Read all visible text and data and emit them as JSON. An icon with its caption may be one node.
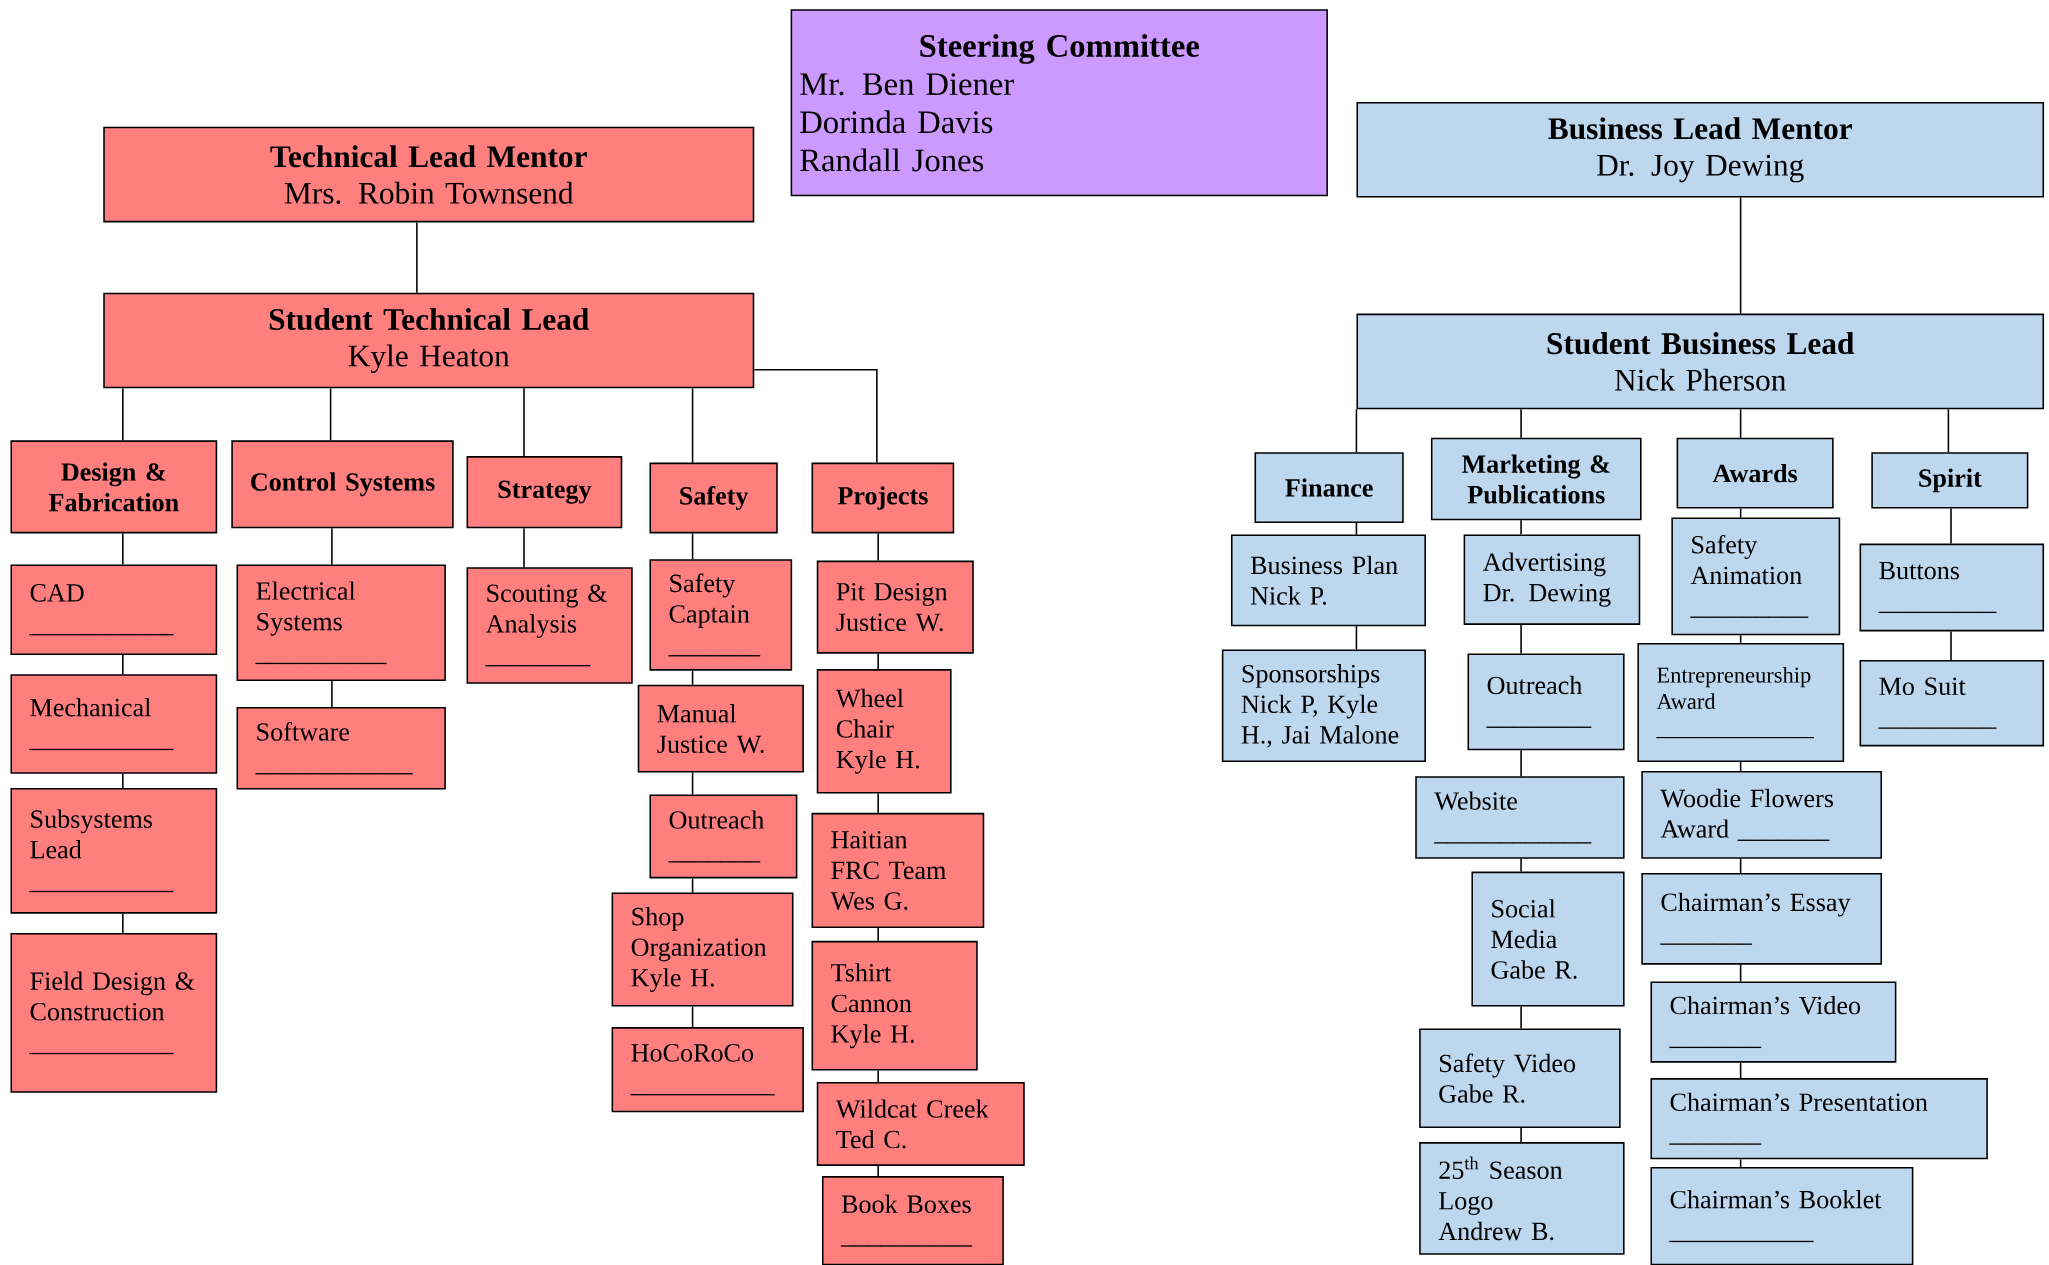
{
  "diagram": {
    "nodes": [
      {
        "text": [
          "Steering Committee",
          "Mr. Ben Diener",
          "Dorinda Davis",
          "Randall Jones"
        ]
      },
      {
        "text": [
          "Technical Lead Mentor",
          "Mrs. Robin Townsend"
        ]
      },
      {
        "text": [
          "Student Technical Lead",
          "Kyle Heaton"
        ]
      },
      {
        "text": [
          "Design & Fabrication"
        ]
      },
      {
        "text": [
          "Control Systems"
        ]
      },
      {
        "text": [
          "Strategy"
        ]
      },
      {
        "text": [
          "Safety"
        ]
      },
      {
        "text": [
          "Projects"
        ]
      },
      {
        "text": [
          "CAD",
          "___________"
        ]
      },
      {
        "text": [
          "Mechanical",
          "___________"
        ]
      },
      {
        "text": [
          "Subsystems Lead",
          "___________"
        ]
      },
      {
        "text": [
          "Field Design & Construction",
          "___________"
        ]
      },
      {
        "text": [
          "Electrical Systems",
          "__________"
        ]
      },
      {
        "text": [
          "Software",
          "____________"
        ]
      },
      {
        "text": [
          "Scouting & Analysis",
          "________"
        ]
      },
      {
        "text": [
          "Safety Captain",
          "_______"
        ]
      },
      {
        "text": [
          "Manual",
          "Justice W."
        ]
      },
      {
        "text": [
          "Outreach",
          "_______"
        ]
      },
      {
        "text": [
          "Shop Organization",
          "Kyle H."
        ]
      },
      {
        "text": [
          "HoCoRoCo",
          "___________"
        ]
      },
      {
        "text": [
          "Pit Design",
          "Justice W."
        ]
      },
      {
        "text": [
          "Wheel Chair",
          "Kyle H."
        ]
      },
      {
        "text": [
          "Haitian FRC Team",
          "Wes G."
        ]
      },
      {
        "text": [
          "Tshirt Cannon",
          "Kyle H."
        ]
      },
      {
        "text": [
          "Wildcat Creek",
          "Ted C."
        ]
      },
      {
        "text": [
          "Book Boxes",
          "__________"
        ]
      },
      {
        "text": [
          "Business Lead Mentor",
          "Dr. Joy Dewing"
        ]
      },
      {
        "text": [
          "Student Business Lead",
          "Nick Pherson"
        ]
      },
      {
        "text": [
          "Finance"
        ]
      },
      {
        "text": [
          "Marketing & Publications"
        ]
      },
      {
        "text": [
          "Awards"
        ]
      },
      {
        "text": [
          "Spirit"
        ]
      },
      {
        "text": [
          "Business Plan",
          "Nick P."
        ]
      },
      {
        "text": [
          "Sponsorships",
          "Nick P, Kyle H., Jai Malone"
        ]
      },
      {
        "text": [
          "Advertising",
          "Dr. Dewing"
        ]
      },
      {
        "text": [
          "Outreach",
          "________"
        ]
      },
      {
        "text": [
          "Website",
          "____________"
        ]
      },
      {
        "text": [
          "Social Media",
          "Gabe R."
        ]
      },
      {
        "text": [
          "Safety Video",
          "Gabe R."
        ]
      },
      {
        "text": [
          "25$^{th}$ Season Logo",
          "Andrew B."
        ]
      },
      {
        "text": [
          "Safety Animation",
          "_________"
        ]
      },
      {
        "text": [
          "Entrepreneurship Award",
          "______________"
        ]
      },
      {
        "text": [
          "Woodie Flowers Award _______"
        ]
      },
      {
        "text": [
          "Chairman’s Essay",
          "_______"
        ]
      },
      {
        "text": [
          "Chairman’s Video",
          "_______"
        ]
      },
      {
        "text": [
          "Chairman’s Presentation",
          "_______"
        ]
      },
      {
        "text": [
          "Chairman’s Booklet",
          "___________"
        ]
      },
      {
        "text": [
          "Buttons",
          "_________"
        ]
      },
      {
        "text": [
          "Mo Suit",
          "_________"
        ]
      }
    ],
    "edges": [
      {
        "from": 1,
        "to": 2,
        "arrow": "none"
      },
      {
        "from": 2,
        "to": 3,
        "arrow": "none"
      },
      {
        "from": 2,
        "to": 4,
        "arrow": "none"
      },
      {
        "from": 2,
        "to": 5,
        "arrow": "none"
      },
      {
        "from": 2,
        "to": 6,
        "arrow": "none"
      },
      {
        "from": 2,
        "to": 7,
        "arrow": "none"
      },
      {
        "from": 3,
        "to": 8,
        "arrow": "none"
      },
      {
        "from": 8,
        "to": 9,
        "arrow": "none"
      },
      {
        "from": 9,
        "to": 10,
        "arrow": "none"
      },
      {
        "from": 10,
        "to": 11,
        "arrow": "none"
      },
      {
        "from": 4,
        "to": 12,
        "arrow": "none"
      },
      {
        "from": 12,
        "to": 13,
        "arrow": "none"
      },
      {
        "from": 5,
        "to": 14,
        "arrow": "none"
      },
      {
        "from": 6,
        "to": 15,
        "arrow": "none"
      },
      {
        "from": 15,
        "to": 16,
        "arrow": "none"
      },
      {
        "from": 16,
        "to": 17,
        "arrow": "none"
      },
      {
        "from": 17,
        "to": 18,
        "arrow": "none"
      },
      {
        "from": 18,
        "to": 19,
        "arrow": "none"
      },
      {
        "from": 7,
        "to": 20,
        "arrow": "none"
      },
      {
        "from": 20,
        "to": 21,
        "arrow": "none"
      },
      {
        "from": 21,
        "to": 22,
        "arrow": "none"
      },
      {
        "from": 22,
        "to": 23,
        "arrow": "none"
      },
      {
        "from": 23,
        "to": 24,
        "arrow": "none"
      },
      {
        "from": 24,
        "to": 25,
        "arrow": "none"
      },
      {
        "from": 26,
        "to": 27,
        "arrow": "none"
      },
      {
        "from": 27,
        "to": 28,
        "arrow": "none"
      },
      {
        "from": 27,
        "to": 29,
        "arrow": "none"
      },
      {
        "from": 27,
        "to": 30,
        "arrow": "none"
      },
      {
        "from": 27,
        "to": 31,
        "arrow": "none"
      },
      {
        "from": 28,
        "to": 32,
        "arrow": "none"
      },
      {
        "from": 32,
        "to": 33,
        "arrow": "none"
      },
      {
        "from": 29,
        "to": 34,
        "arrow": "none"
      },
      {
        "from": 34,
        "to": 35,
        "arrow": "none"
      },
      {
        "from": 35,
        "to": 36,
        "arrow": "none"
      },
      {
        "from": 36,
        "to": 37,
        "arrow": "none"
      },
      {
        "from": 37,
        "to": 38,
        "arrow": "none"
      },
      {
        "from": 38,
        "to": 39,
        "arrow": "none"
      },
      {
        "from": 30,
        "to": 40,
        "arrow": "none"
      },
      {
        "from": 40,
        "to": 41,
        "arrow": "none"
      },
      {
        "from": 41,
        "to": 42,
        "arrow": "none"
      },
      {
        "from": 42,
        "to": 43,
        "arrow": "none"
      },
      {
        "from": 43,
        "to": 44,
        "arrow": "none"
      },
      {
        "from": 44,
        "to": 45,
        "arrow": "none"
      },
      {
        "from": 45,
        "to": 46,
        "arrow": "none"
      },
      {
        "from": 31,
        "to": 47,
        "arrow": "none"
      },
      {
        "from": 47,
        "to": 48,
        "arrow": "none"
      }
    ]
  }
}
